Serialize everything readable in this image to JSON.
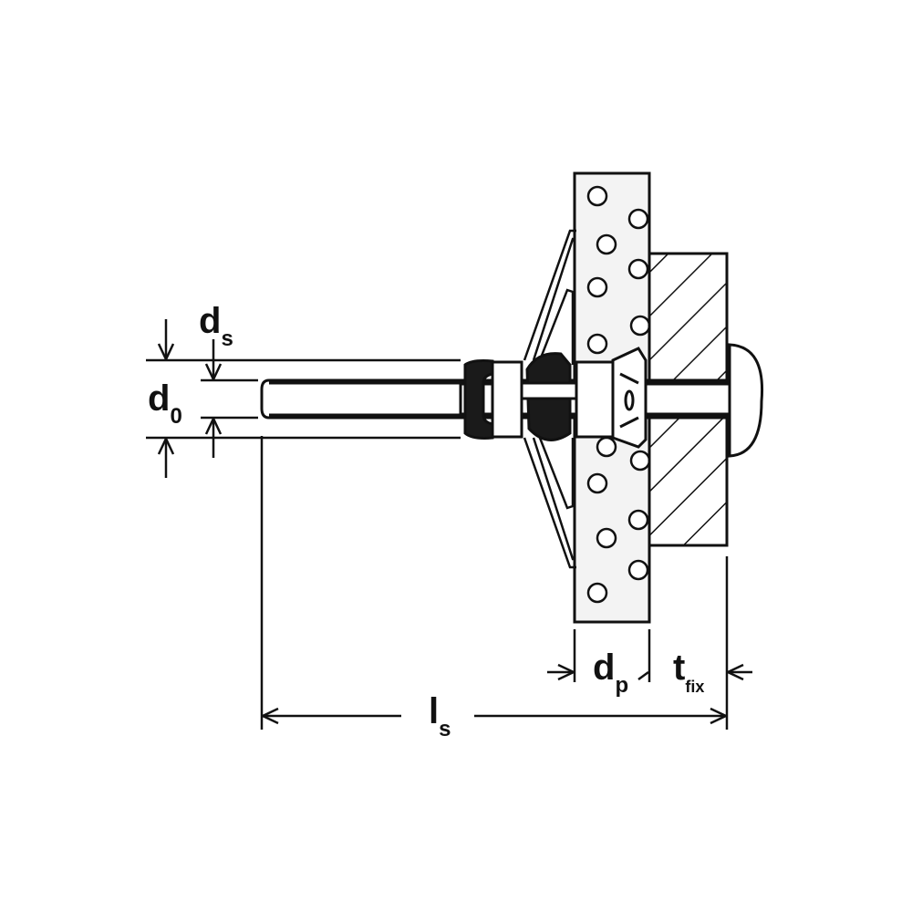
{
  "labels": {
    "ds": {
      "main": "d",
      "sub": "s"
    },
    "d0": {
      "main": "d",
      "sub": "0"
    },
    "ls": {
      "main": "l",
      "sub": "s"
    },
    "dp": {
      "main": "d",
      "sub": "p"
    },
    "tfix": {
      "main": "t",
      "sub": "fix"
    }
  },
  "colors": {
    "line": "#111111",
    "board": "#f2f2f2",
    "plug": "#1a1a1a"
  }
}
